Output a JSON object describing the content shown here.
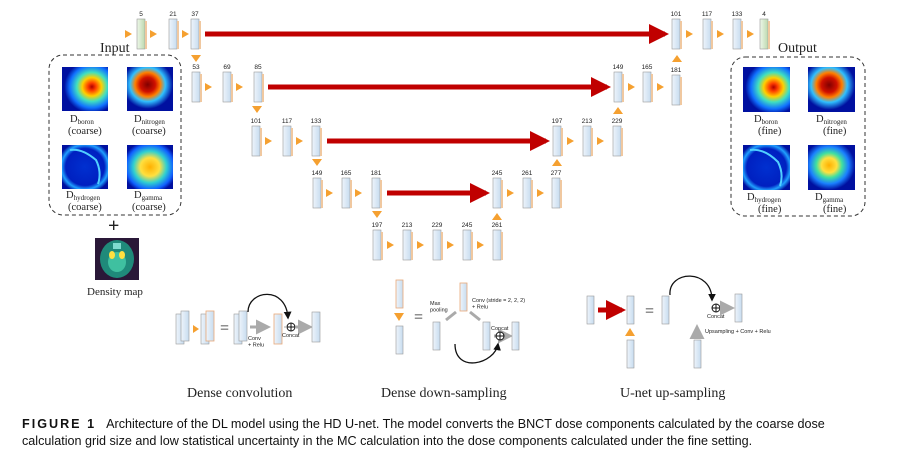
{
  "labels": {
    "input": "Input",
    "output": "Output",
    "density_map": "Density map",
    "inputs": [
      {
        "sub": "boron",
        "note": "(coarse)"
      },
      {
        "sub": "nitrogen",
        "note": "(coarse)"
      },
      {
        "sub": "hydrogen",
        "note": "(coarse)"
      },
      {
        "sub": "gamma",
        "note": "(coarse)"
      }
    ],
    "outputs": [
      {
        "sub": "boron",
        "note": "(fine)"
      },
      {
        "sub": "nitrogen",
        "note": "(fine)"
      },
      {
        "sub": "hydrogen",
        "note": "(fine)"
      },
      {
        "sub": "gamma",
        "note": "(fine)"
      }
    ],
    "D": "D"
  },
  "channels": {
    "level1_enc": [
      "5",
      "21",
      "37"
    ],
    "level1_dec": [
      "101",
      "117",
      "133",
      "4"
    ],
    "level2_enc": [
      "53",
      "69",
      "85"
    ],
    "level2_dec": [
      "149",
      "165",
      "181"
    ],
    "level3_enc": [
      "101",
      "117",
      "133"
    ],
    "level3_dec": [
      "197",
      "213",
      "229"
    ],
    "level4_enc": [
      "149",
      "165",
      "181"
    ],
    "level4_dec": [
      "245",
      "261",
      "277"
    ],
    "bottom": [
      "197",
      "213",
      "229",
      "245",
      "261"
    ]
  },
  "legend": {
    "conv_relu": "Conv\n+ Relu",
    "concat": "Concat",
    "max_pooling": "Max\npooling",
    "conv_stride": "Conv (stride = 2, 2, 2)\n+ Relu",
    "upsampling": "Upsampling + Conv + Relu",
    "eq": "=",
    "titles": [
      "Dense convolution",
      "Dense down-sampling",
      "U-net up-sampling"
    ]
  },
  "caption": {
    "label": "FIGURE 1",
    "text": "Architecture of the DL model using the HD U-net. The model converts the BNCT dose components calculated by the coarse dose calculation grid size and low statistical uncertainty in the MC calculation into the dose components calculated under the fine setting."
  },
  "colors": {
    "skip_arrow": "#c00000",
    "conv_arrow": "#f5a030",
    "feature_block": "#dbe8f6",
    "input_block": "#d5e8cc",
    "highlight_edge": "#f0b88a"
  }
}
